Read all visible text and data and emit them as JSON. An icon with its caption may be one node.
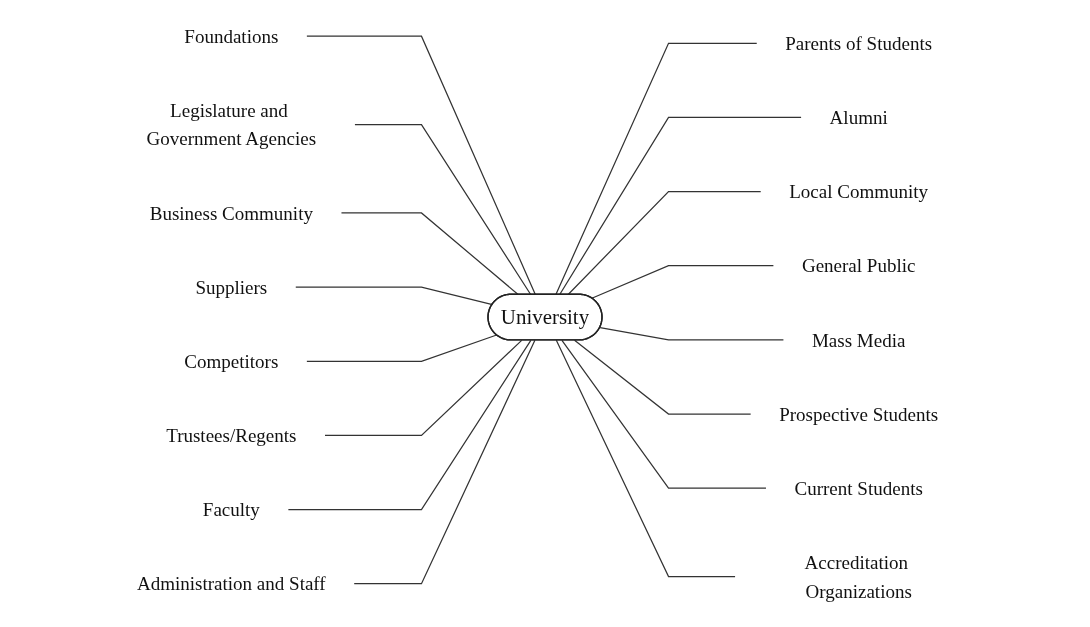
{
  "diagram": {
    "nodes": [
      {
        "text": [
          "University"
        ]
      },
      {
        "text": [
          "Foundations"
        ]
      },
      {
        "text": [
          "Parents of Students"
        ]
      },
      {
        "text": [
          "Legislature and Government Agencies"
        ]
      },
      {
        "text": [
          "Alumni"
        ]
      },
      {
        "text": [
          "Business Community"
        ]
      },
      {
        "text": [
          "Local Community"
        ]
      },
      {
        "text": [
          "Suppliers"
        ]
      },
      {
        "text": [
          "General Public"
        ]
      },
      {
        "text": [
          "Competitors"
        ]
      },
      {
        "text": [
          "Mass Media"
        ]
      },
      {
        "text": [
          "Trustees/Regents"
        ]
      },
      {
        "text": [
          "Prospective Students"
        ]
      },
      {
        "text": [
          "Faculty"
        ]
      },
      {
        "text": [
          "Current Students"
        ]
      },
      {
        "text": [
          "Administration and Staff"
        ]
      },
      {
        "text": [
          "Accreditation Organizations"
        ]
      }
    ],
    "edges": [
      {
        "from": 1,
        "to": 0,
        "arrow": "none"
      },
      {
        "from": 0,
        "to": 2,
        "arrow": "none"
      },
      {
        "from": 3,
        "to": 0,
        "arrow": "none"
      },
      {
        "from": 0,
        "to": 4,
        "arrow": "none"
      },
      {
        "from": 5,
        "to": 0,
        "arrow": "none"
      },
      {
        "from": 0,
        "to": 6,
        "arrow": "none"
      },
      {
        "from": 7,
        "to": 0,
        "arrow": "none"
      },
      {
        "from": 0,
        "to": 8,
        "arrow": "none"
      },
      {
        "from": 9,
        "to": 0,
        "arrow": "none"
      },
      {
        "from": 0,
        "to": 10,
        "arrow": "none"
      },
      {
        "from": 11,
        "to": 0,
        "arrow": "none"
      },
      {
        "from": 0,
        "to": 12,
        "arrow": "none"
      },
      {
        "from": 13,
        "to": 0,
        "arrow": "none"
      },
      {
        "from": 0,
        "to": 14,
        "arrow": "none"
      },
      {
        "from": 15,
        "to": 0,
        "arrow": "none"
      },
      {
        "from": 0,
        "to": 16,
        "arrow": "none"
      }
    ]
  }
}
